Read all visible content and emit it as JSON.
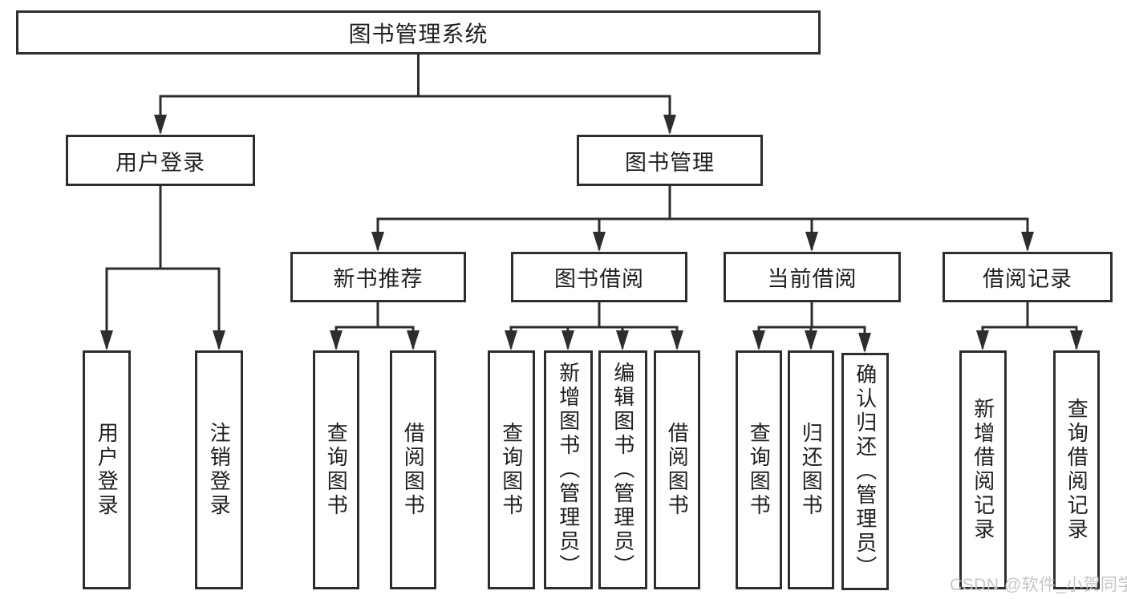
{
  "diagram": {
    "root": {
      "label": "图书管理系统"
    },
    "branches": [
      {
        "label": "用户登录",
        "children": [
          {
            "label": "用户登录"
          },
          {
            "label": "注销登录"
          }
        ]
      },
      {
        "label": "图书管理",
        "children": [
          {
            "label": "新书推荐",
            "children": [
              {
                "label": "查询图书"
              },
              {
                "label": "借阅图书"
              }
            ]
          },
          {
            "label": "图书借阅",
            "children": [
              {
                "label": "查询图书"
              },
              {
                "label": "新增图书（管理员）"
              },
              {
                "label": "编辑图书（管理员）"
              },
              {
                "label": "借阅图书"
              }
            ]
          },
          {
            "label": "当前借阅",
            "children": [
              {
                "label": "查询图书"
              },
              {
                "label": "归还图书"
              },
              {
                "label": "确认归还（管理员）"
              }
            ]
          },
          {
            "label": "借阅记录",
            "children": [
              {
                "label": "新增借阅记录"
              },
              {
                "label": "查询借阅记录"
              }
            ]
          }
        ]
      }
    ],
    "watermark": "CSDN @软件_小贺同学",
    "colors": {
      "line": "#2d2d2d",
      "text": "#1f1f1f",
      "watermark": "#c6c6c6",
      "background": "#ffffff"
    }
  }
}
